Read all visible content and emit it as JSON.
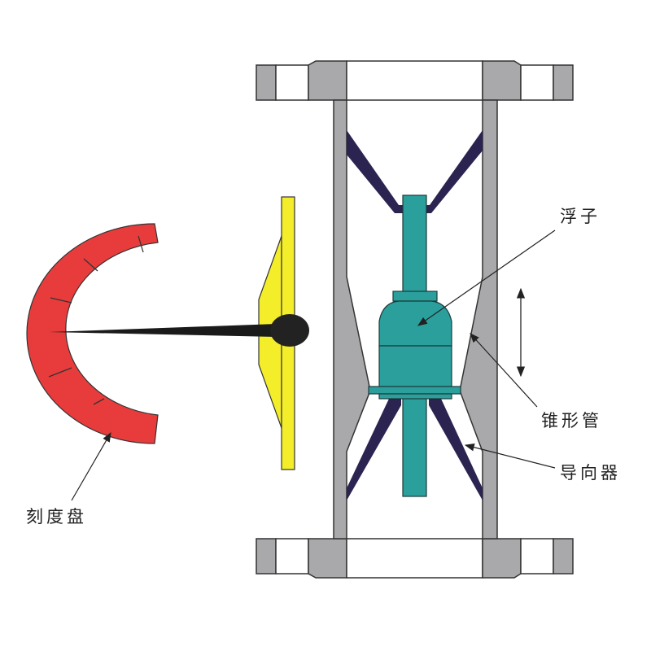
{
  "labels": {
    "float": "浮子",
    "tapered_tube": "锥形管",
    "guide": "导向器",
    "dial": "刻度盘"
  },
  "colors": {
    "body": "#a9a9ab",
    "float": "#2a9f9c",
    "guide": "#2b2350",
    "plate": "#f4ee2a",
    "dial": "#e83c3c",
    "needle": "#1a1a1a"
  }
}
